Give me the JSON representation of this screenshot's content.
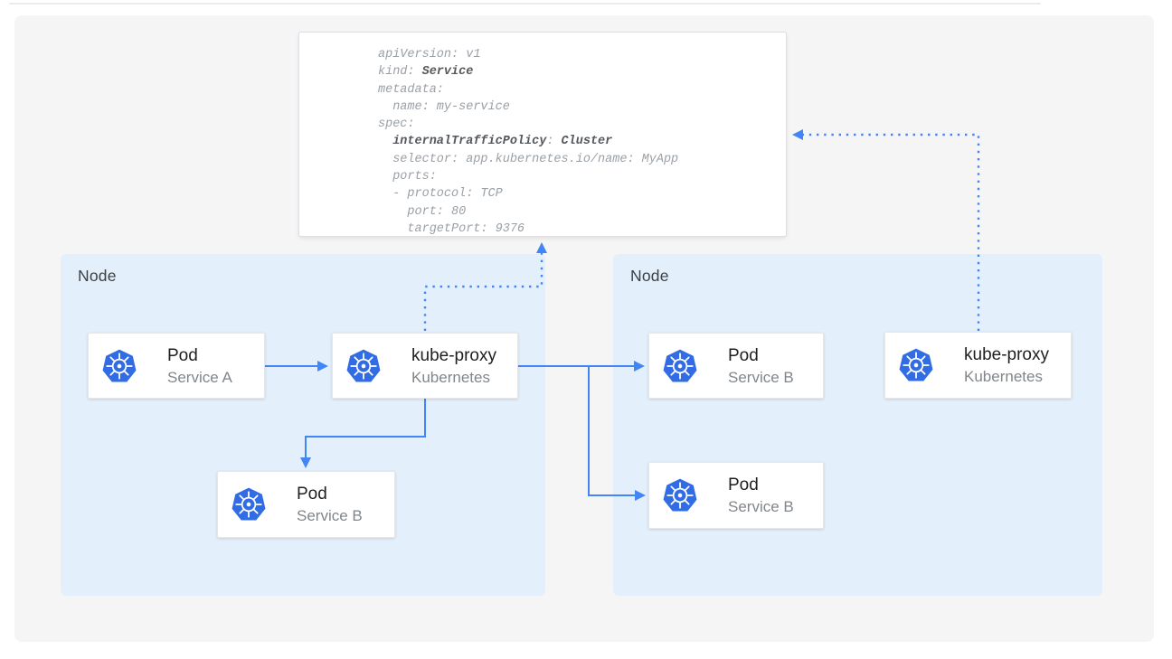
{
  "yaml_panel": {
    "lines": [
      [
        {
          "text": "apiVersion: v1",
          "bold": false
        }
      ],
      [
        {
          "text": "kind: ",
          "bold": false
        },
        {
          "text": "Service",
          "bold": true
        }
      ],
      [
        {
          "text": "metadata:",
          "bold": false
        }
      ],
      [
        {
          "text": "  name: my-service",
          "bold": false
        }
      ],
      [
        {
          "text": "spec:",
          "bold": false
        }
      ],
      [
        {
          "text": "  ",
          "bold": false
        },
        {
          "text": "internalTrafficPolicy",
          "bold": true
        },
        {
          "text": ": ",
          "bold": false
        },
        {
          "text": "Cluster",
          "bold": true
        }
      ],
      [
        {
          "text": "  selector: app.kubernetes.io/name: MyApp",
          "bold": false
        }
      ],
      [
        {
          "text": "  ports:",
          "bold": false
        }
      ],
      [
        {
          "text": "  - protocol: TCP",
          "bold": false
        }
      ],
      [
        {
          "text": "    port: 80",
          "bold": false
        }
      ],
      [
        {
          "text": "    targetPort: 9376",
          "bold": false
        }
      ]
    ]
  },
  "nodes": [
    {
      "label": "Node"
    },
    {
      "label": "Node"
    }
  ],
  "cards": [
    {
      "title": "Pod",
      "subtitle": "Service A",
      "icon": "kubernetes-logo"
    },
    {
      "title": "kube-proxy",
      "subtitle": "Kubernetes",
      "icon": "kubernetes-logo"
    },
    {
      "title": "Pod",
      "subtitle": "Service B",
      "icon": "kubernetes-logo"
    },
    {
      "title": "Pod",
      "subtitle": "Service B",
      "icon": "kubernetes-logo"
    },
    {
      "title": "Pod",
      "subtitle": "Service B",
      "icon": "kubernetes-logo"
    },
    {
      "title": "kube-proxy",
      "subtitle": "Kubernetes",
      "icon": "kubernetes-logo"
    }
  ],
  "colors": {
    "arrow_blue": "#4285F4",
    "k8s_blue": "#326CE5",
    "node_bg": "#E3F0FC",
    "canvas_bg": "#F5F5F6",
    "yaml_regular": "#9AA0A6",
    "yaml_bold": "#55585C"
  }
}
